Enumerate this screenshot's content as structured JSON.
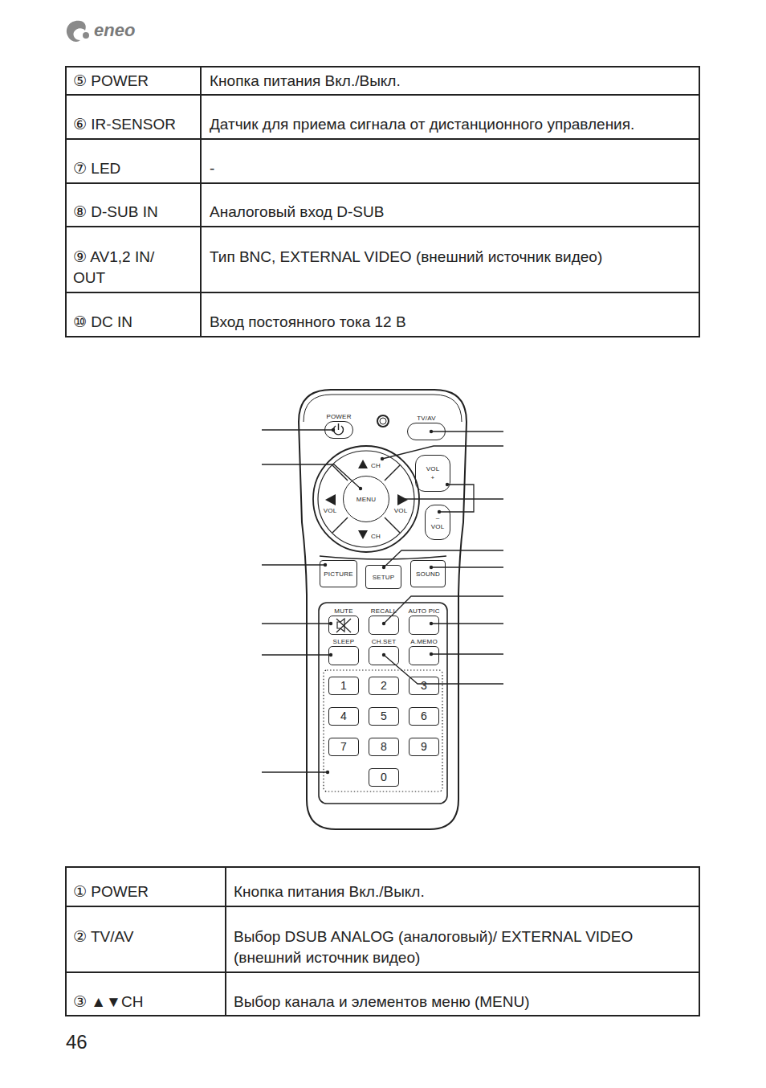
{
  "diagram": {
    "nodes": [
      {
        "text": [
          "POWER"
        ]
      },
      {
        "text": [
          "TV/AV"
        ]
      },
      {
        "text": [
          "CH"
        ]
      },
      {
        "text": [
          "VOL",
          "+"
        ]
      },
      {
        "text": [
          "VOL"
        ]
      },
      {
        "text": [
          "MENU"
        ]
      },
      {
        "text": [
          "VOL"
        ]
      },
      {
        "text": [
          "–",
          "VOL"
        ]
      },
      {
        "text": [
          "CH"
        ]
      },
      {
        "text": [
          "PICTURE"
        ]
      },
      {
        "text": [
          "SETUP"
        ]
      },
      {
        "text": [
          "SOUND"
        ]
      },
      {
        "text": [
          "MUTE"
        ]
      },
      {
        "text": [
          "RECALL"
        ]
      },
      {
        "text": [
          "AUTO PIC"
        ]
      },
      {
        "text": [
          "SLEEP"
        ]
      },
      {
        "text": [
          "CH.SET"
        ]
      },
      {
        "text": [
          "A.MEMO"
        ]
      },
      {
        "text": [
          "1"
        ]
      },
      {
        "text": [
          "2"
        ]
      },
      {
        "text": [
          "3"
        ]
      },
      {
        "text": [
          "4"
        ]
      },
      {
        "text": [
          "5"
        ]
      },
      {
        "text": [
          "6"
        ]
      },
      {
        "text": [
          "7"
        ]
      },
      {
        "text": [
          "8"
        ]
      },
      {
        "text": [
          "9"
        ]
      },
      {
        "text": [
          "0"
        ]
      }
    ],
    "labels": [
      "⑤ POWER",
      "Кнопка питания Вкл./Выкл.",
      "⑥ IR-SENSOR",
      "Датчик для приема сигнала от дистанционного управления.",
      "⑦ LED",
      "-",
      "⑧ D-SUB IN",
      "Аналоговый вход D-SUB",
      "⑨ AV1,2 IN/ OUT",
      "Тип BNC, EXTERNAL VIDEO (внешний источник видео)",
      "⑩ DC IN",
      "Вход постоянного тока 12 В",
      "① POWER",
      "Кнопка питания Вкл./Выкл.",
      "② TV/AV",
      "Выбор DSUB ANALOG (аналоговый)/ EXTERNAL VIDEO (внешний источник видео)",
      "③ ▲▼CH",
      "Выбор канала и элементов меню (MENU)",
      "46",
      "eneo"
    ]
  }
}
